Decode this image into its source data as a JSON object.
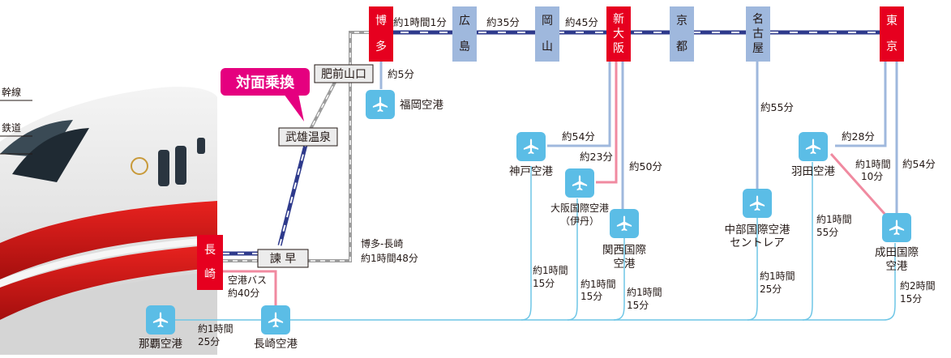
{
  "legend": {
    "line1_label": "幹線",
    "line2_label": "鉄道"
  },
  "callout": {
    "label": "対面乗換"
  },
  "stations": {
    "hakata": [
      "博",
      "多"
    ],
    "hiroshima": [
      "広",
      "島"
    ],
    "okayama": [
      "岡",
      "山"
    ],
    "shinosaka": [
      "新",
      "大",
      "阪"
    ],
    "kyoto": [
      "京",
      "都"
    ],
    "nagoya": [
      "名",
      "古",
      "屋"
    ],
    "tokyo": [
      "東",
      "京"
    ],
    "nagasaki": [
      "長",
      "崎"
    ],
    "hizenyamaguchi": "肥前山口",
    "takeo": "武雄温泉",
    "isahaya": "諫 早"
  },
  "times": {
    "hakata_hiroshima": "約1時間1分",
    "hiroshima_okayama": "約35分",
    "okayama_shinosaka": "約45分",
    "hakata_fukuoka_airport": "約5分",
    "hakata_nagasaki_1": "博多-長崎",
    "hakata_nagasaki_2": "約1時間48分",
    "nagasaki_bus_1": "空港バス",
    "nagasaki_bus_2": "約40分",
    "kobe": "約54分",
    "itami": "約23分",
    "kansai": "約50分",
    "chubu": "約55分",
    "haneda": "約28分",
    "haneda_narita_1": "約1時間",
    "haneda_narita_2": "10分",
    "narita": "約54分",
    "naha_nagasaki_1": "約1時間",
    "naha_nagasaki_2": "25分",
    "to_kobe_1": "約1時間",
    "to_kobe_2": "15分",
    "to_itami_1": "約1時間",
    "to_itami_2": "15分",
    "to_kansai_1": "約1時間",
    "to_kansai_2": "15分",
    "to_chubu_1": "約1時間",
    "to_chubu_2": "25分",
    "to_haneda_1": "約1時間",
    "to_haneda_2": "55分",
    "to_narita_1": "約2時間",
    "to_narita_2": "15分"
  },
  "airports": {
    "fukuoka": "福岡空港",
    "kobe": "神戸空港",
    "itami_1": "大阪国際空港",
    "itami_2": "（伊丹）",
    "kansai_1": "関西国際",
    "kansai_2": "空港",
    "chubu_1": "中部国際空港",
    "chubu_2": "セントレア",
    "haneda": "羽田空港",
    "narita_1": "成田国際",
    "narita_2": "空港",
    "naha": "那覇空港",
    "nagasaki": "長崎空港"
  },
  "colors": {
    "station_red": "#e6001f",
    "station_blue": "#9fb8dd",
    "shinkansen_line": "#2e3a8c",
    "air_line": "#6ec6e6",
    "airport_icon_bg": "#5bbde6",
    "access_rail": "#9fb8dd",
    "access_pink": "#f08aa0",
    "callout": "#e5007f"
  },
  "icons": [
    "airplane-icon",
    "shinkansen-train-image"
  ]
}
